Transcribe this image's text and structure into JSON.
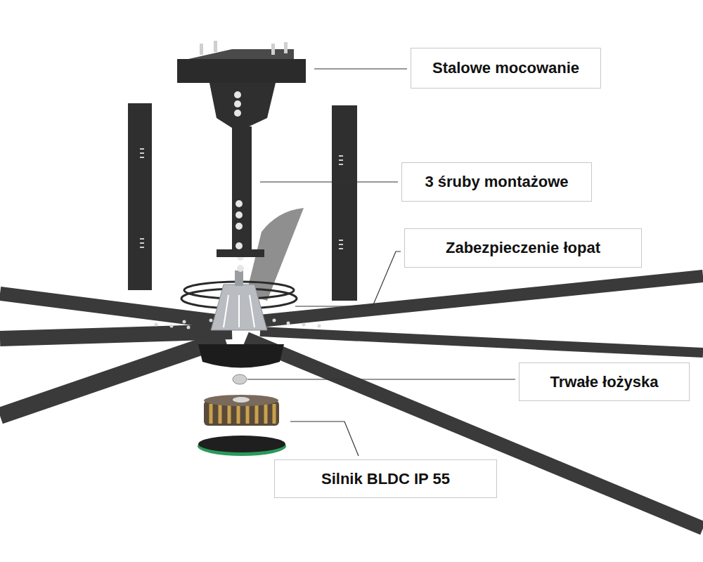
{
  "diagram": {
    "nodes": [
      {
        "text": [
          "Stalowe mocowanie"
        ]
      },
      {
        "text": [
          "3 śruby montażowe"
        ]
      },
      {
        "text": [
          "Zabezpieczenie łopat"
        ]
      },
      {
        "text": [
          "Trwałe łożyska"
        ]
      },
      {
        "text": [
          "Silnik BLDC IP 55"
        ]
      }
    ]
  }
}
